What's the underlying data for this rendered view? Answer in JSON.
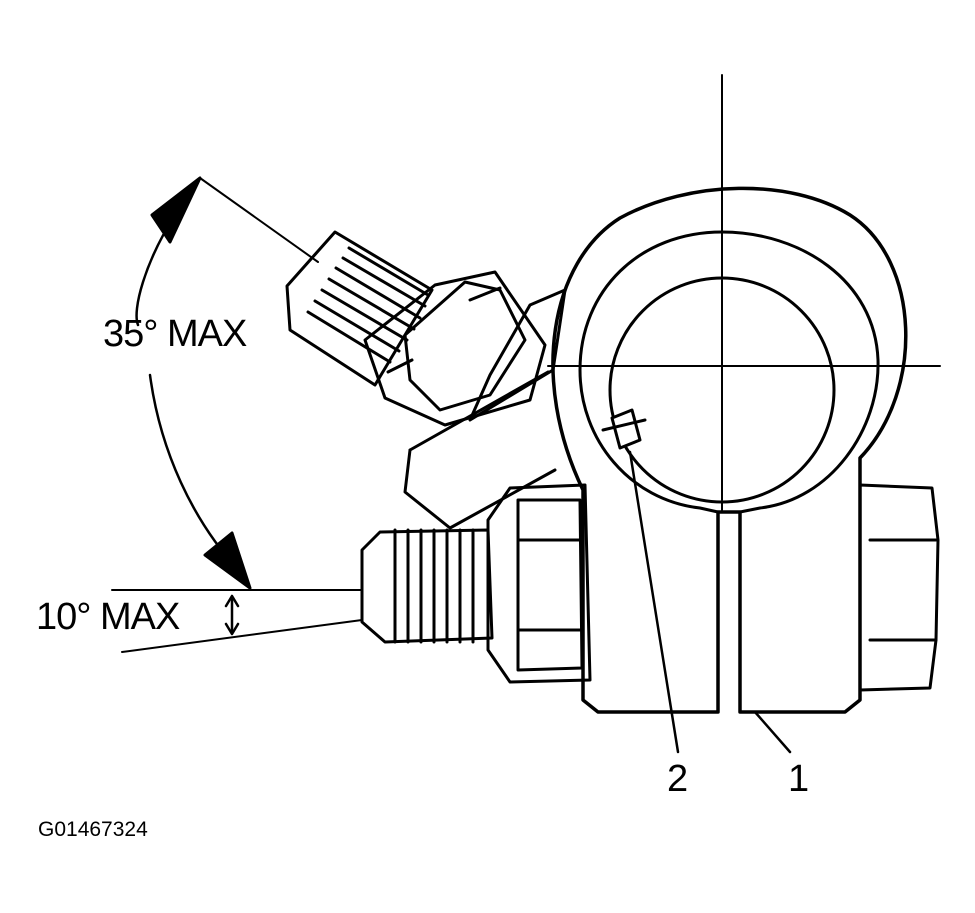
{
  "labels": {
    "angle_upper": "35° MAX",
    "angle_lower": "10° MAX",
    "callout_2": "2",
    "callout_1": "1",
    "figure_id": "G01467324"
  },
  "colors": {
    "ink": "#000000",
    "paper": "#ffffff"
  }
}
